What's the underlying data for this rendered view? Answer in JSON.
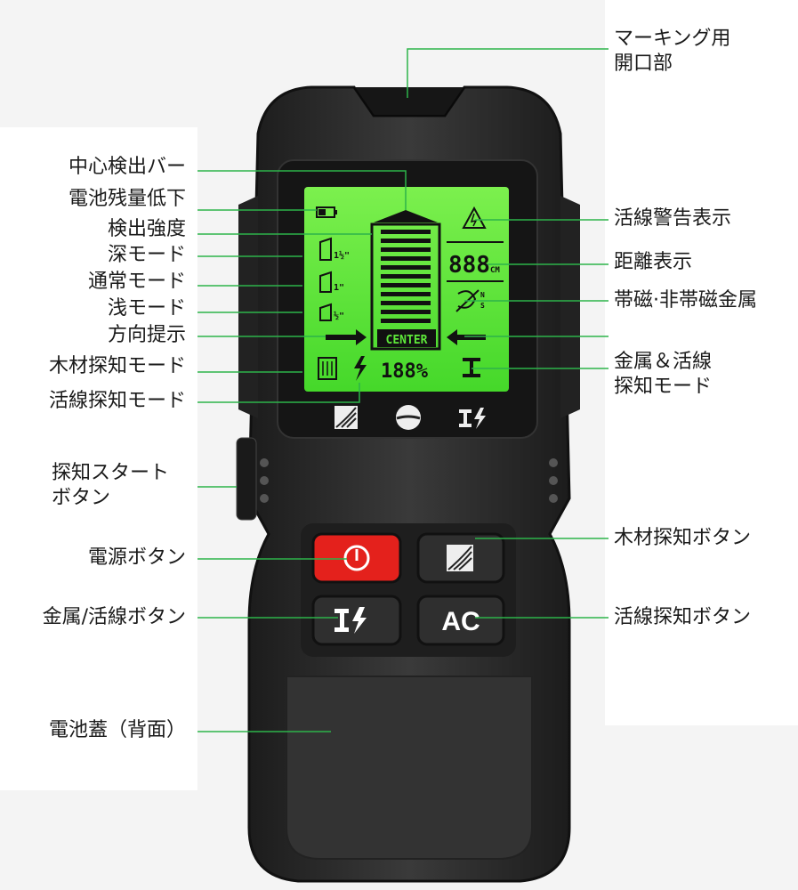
{
  "labels_left": [
    {
      "id": "center-bar",
      "text": "中心検出バー"
    },
    {
      "id": "battery-low",
      "text": "電池残量低下"
    },
    {
      "id": "signal-strength",
      "text": "検出強度"
    },
    {
      "id": "deep-mode",
      "text": "深モード"
    },
    {
      "id": "normal-mode",
      "text": "通常モード"
    },
    {
      "id": "shallow-mode",
      "text": "浅モード"
    },
    {
      "id": "direction",
      "text": "方向提示"
    },
    {
      "id": "wood-mode",
      "text": "木材探知モード"
    },
    {
      "id": "ac-mode",
      "text": "活線探知モード"
    },
    {
      "id": "scan-start",
      "text": "探知スタート\nボタン"
    },
    {
      "id": "power-button",
      "text": "電源ボタン"
    },
    {
      "id": "metal-ac-button",
      "text": "金属/活線ボタン"
    },
    {
      "id": "battery-cover",
      "text": "電池蓋（背面）"
    }
  ],
  "labels_right": [
    {
      "id": "marking-notch",
      "text": "マーキング用\n開口部"
    },
    {
      "id": "live-warning",
      "text": "活線警告表示"
    },
    {
      "id": "distance",
      "text": "距離表示"
    },
    {
      "id": "magnetic",
      "text": "帯磁·非帯磁金属"
    },
    {
      "id": "metal-ac-mode",
      "text": "金属＆活線\n探知モード"
    },
    {
      "id": "wood-button",
      "text": "木材探知ボタン"
    },
    {
      "id": "ac-button",
      "text": "活線探知ボタン"
    }
  ],
  "lcd": {
    "distance_value": "888",
    "distance_unit": "CM",
    "percent_value": "188%",
    "center_label": "CENTER",
    "depth_deep_frac": "1½\"",
    "depth_normal_frac": "1\"",
    "depth_shallow_frac": "½\"",
    "north": "N",
    "south": "S"
  },
  "buttons": {
    "ac_label": "AC",
    "metal_label": "I⚡"
  },
  "colors": {
    "lcd_green": "#5ee83a",
    "leader_green": "#2db34a",
    "power_red": "#e4211c",
    "body_dark": "#2b2b2b"
  }
}
